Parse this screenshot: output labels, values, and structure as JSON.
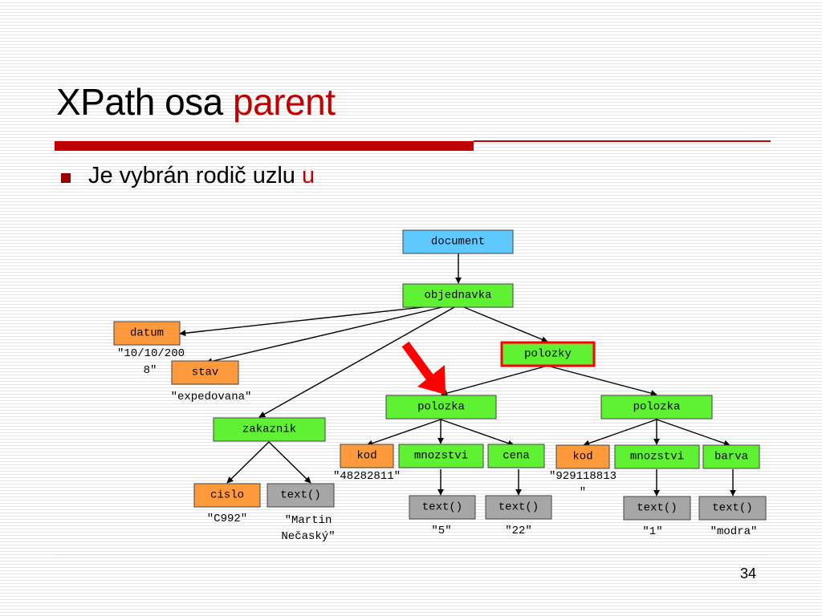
{
  "slide": {
    "title_prefix": "XPath osa ",
    "title_accent": "parent",
    "bullet_text": "Je vybrán rodič uzlu ",
    "bullet_accent": "u",
    "page_number": "34"
  },
  "colors": {
    "accent": "#c00000",
    "element_node": "#5ef233",
    "root_node": "#5dc9ff",
    "attribute_node": "#ff9a3c",
    "text_node": "#a6a6a6",
    "highlight": "#ff0000"
  },
  "diagram": {
    "nodes": {
      "document": "document",
      "objednavka": "objednavka",
      "datum": "datum",
      "stav": "stav",
      "zakaznik": "zakaznik",
      "polozky": "polozky",
      "polozka_1": "polozka",
      "polozka_2": "polozka",
      "cislo": "cislo",
      "zakaznik_text": "text()",
      "kod_1": "kod",
      "mnozstvi_1": "mnozstvi",
      "cena": "cena",
      "kod_2": "kod",
      "mnozstvi_2": "mnozstvi",
      "barva": "barva",
      "mnozstvi_1_text": "text()",
      "cena_text": "text()",
      "mnozstvi_2_text": "text()",
      "barva_text": "text()"
    },
    "values": {
      "datum_line1": "\"10/10/200",
      "datum_line2": "8\"",
      "stav": "\"expedovana\"",
      "cislo": "\"C992\"",
      "zakaznik_line1": "\"Martin",
      "zakaznik_line2": "Nečaský\"",
      "kod_1": "\"48282811\"",
      "kod_2_line1": "\"929118813",
      "kod_2_line2": "\"",
      "mnozstvi_1": "\"5\"",
      "cena": "\"22\"",
      "mnozstvi_2": "\"1\"",
      "barva": "\"modra\""
    }
  }
}
